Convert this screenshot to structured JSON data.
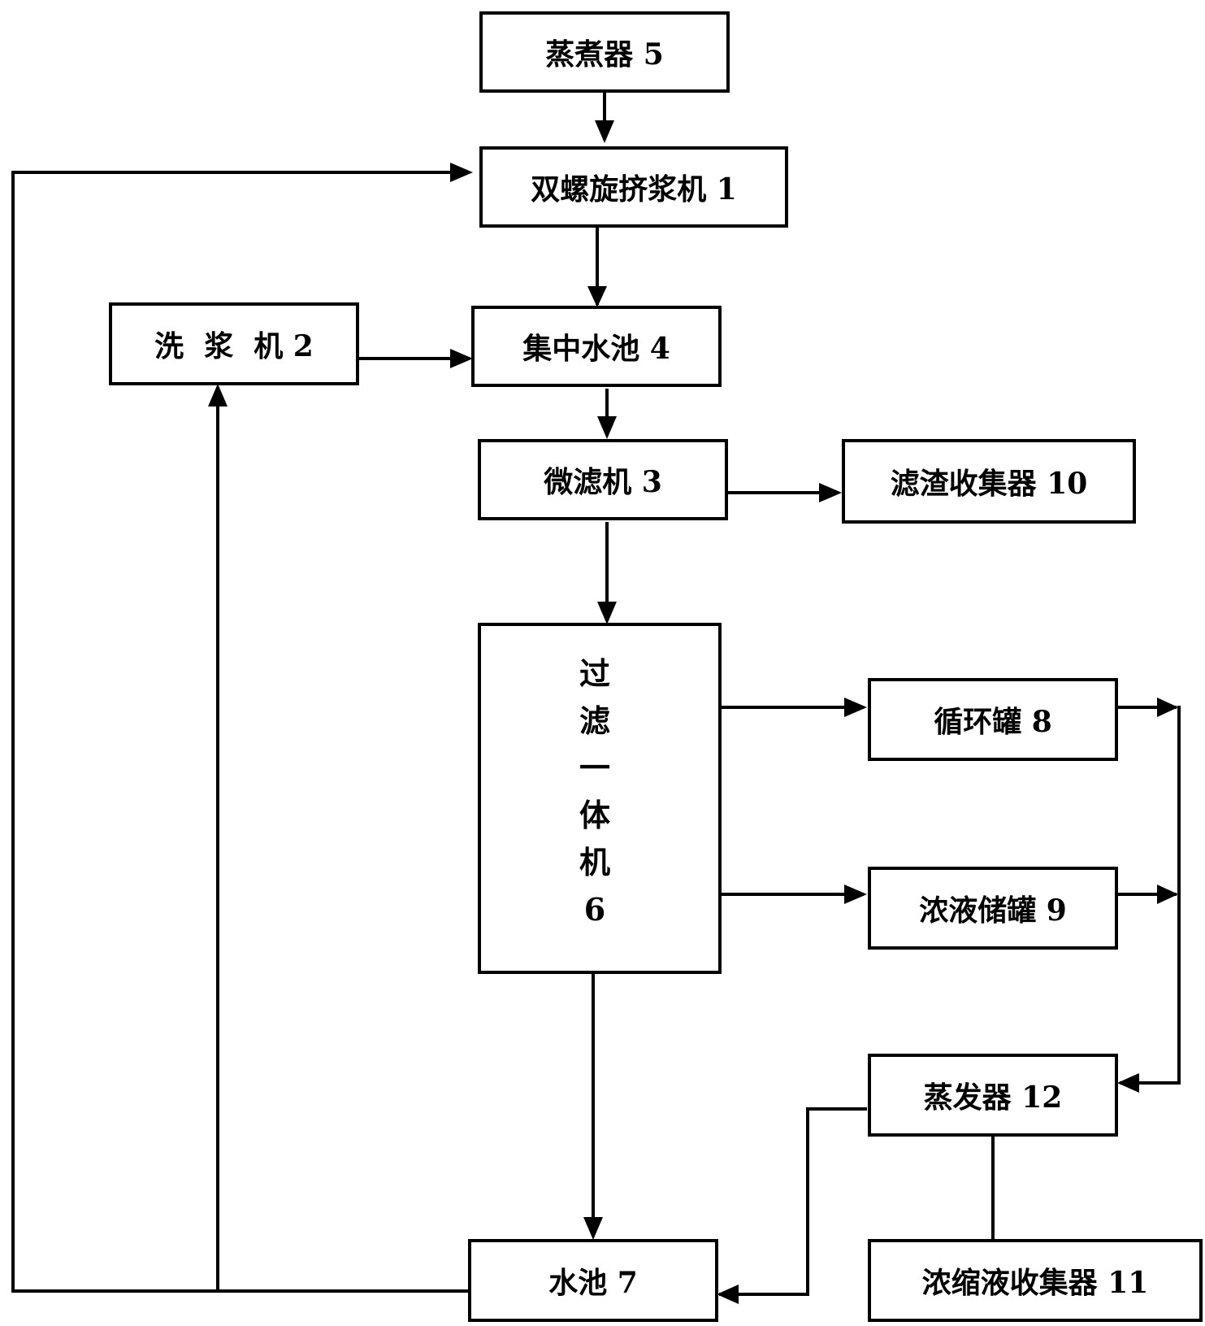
{
  "diagram": {
    "nodes": {
      "steamer": {
        "label": "蒸煮器 5"
      },
      "twin_screw_press": {
        "label": "双螺旋挤浆机 1"
      },
      "pulp_washer": {
        "label": "洗  浆  机 2"
      },
      "central_pool": {
        "label": "集中水池 4"
      },
      "micro_filter": {
        "label": "微滤机 3"
      },
      "residue_collector": {
        "label": "滤渣收集器 10"
      },
      "filter_unit": {
        "label": "过\n滤\n一\n体\n机\n6"
      },
      "circulation_tank": {
        "label": "循环罐 8"
      },
      "concentrate_tank": {
        "label": "浓液储罐 9"
      },
      "evaporator": {
        "label": "蒸发器 12"
      },
      "water_pool": {
        "label": "水池 7"
      },
      "concentrate_collector": {
        "label": "浓缩液收集器 11"
      }
    },
    "edges": [
      {
        "from": "steamer",
        "to": "twin_screw_press"
      },
      {
        "from": "twin_screw_press",
        "to": "central_pool"
      },
      {
        "from": "pulp_washer",
        "to": "central_pool"
      },
      {
        "from": "central_pool",
        "to": "micro_filter"
      },
      {
        "from": "micro_filter",
        "to": "residue_collector"
      },
      {
        "from": "micro_filter",
        "to": "filter_unit"
      },
      {
        "from": "filter_unit",
        "to": "circulation_tank"
      },
      {
        "from": "filter_unit",
        "to": "concentrate_tank"
      },
      {
        "from": "filter_unit",
        "to": "water_pool"
      },
      {
        "from": "circulation_tank",
        "to": "evaporator"
      },
      {
        "from": "concentrate_tank",
        "to": "evaporator"
      },
      {
        "from": "evaporator",
        "to": "water_pool"
      },
      {
        "from": "evaporator",
        "to": "concentrate_collector"
      },
      {
        "from": "water_pool",
        "to": "pulp_washer"
      },
      {
        "from": "water_pool",
        "to": "twin_screw_press"
      }
    ],
    "colors": {
      "stroke": "#000000",
      "background": "#ffffff"
    }
  }
}
